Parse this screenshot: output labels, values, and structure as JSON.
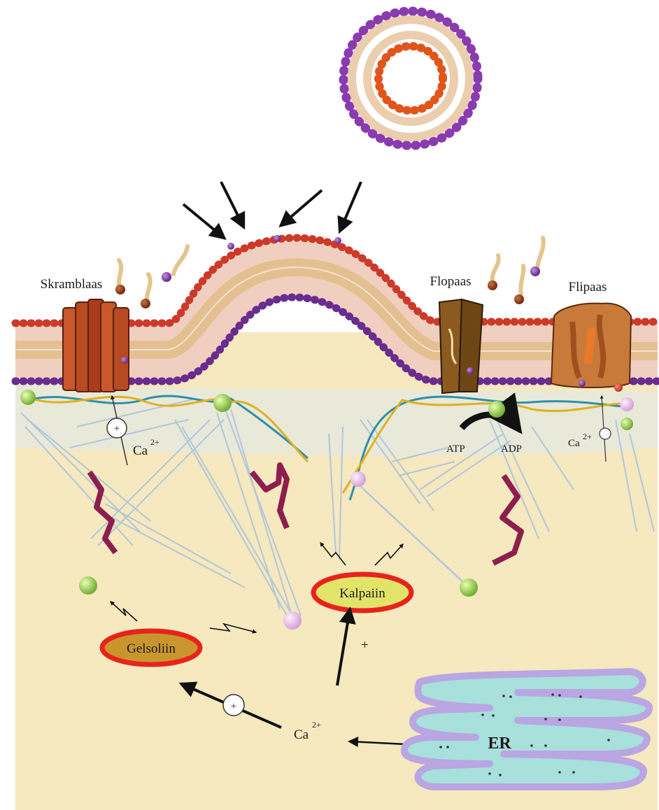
{
  "labels": {
    "scramblase": "Skramblaas",
    "floppase": "Flopaas",
    "flippase": "Flipaas",
    "calpain": "Kalpaiin",
    "gelsolin": "Gelsoliin",
    "er": "ER",
    "atp": "ATP",
    "adp": "ADP",
    "calcium": "Ca",
    "calcium_charge": "2+",
    "plus": "+"
  },
  "colors": {
    "cytoplasm": "#f6e8bf",
    "outer_head": "#cc3a2a",
    "inner_head": "#6a2c8e",
    "tail": "#d9b46a",
    "bilayer_fill": "#f1cfc0",
    "enzyme_fill": "#c9962e",
    "enzyme_border": "#e8231c",
    "calpain_fill": "#e2e46a",
    "er_fill": "#a8e0dc",
    "er_border": "#b9a6e3",
    "actin_blue": "#2f8fa8",
    "actin_gold": "#e0b020",
    "filament": "#a9c3dc",
    "green_node": "#8ccc3a",
    "pink_node": "#e6b8e6",
    "magenta_fragment": "#8c1f4e"
  }
}
